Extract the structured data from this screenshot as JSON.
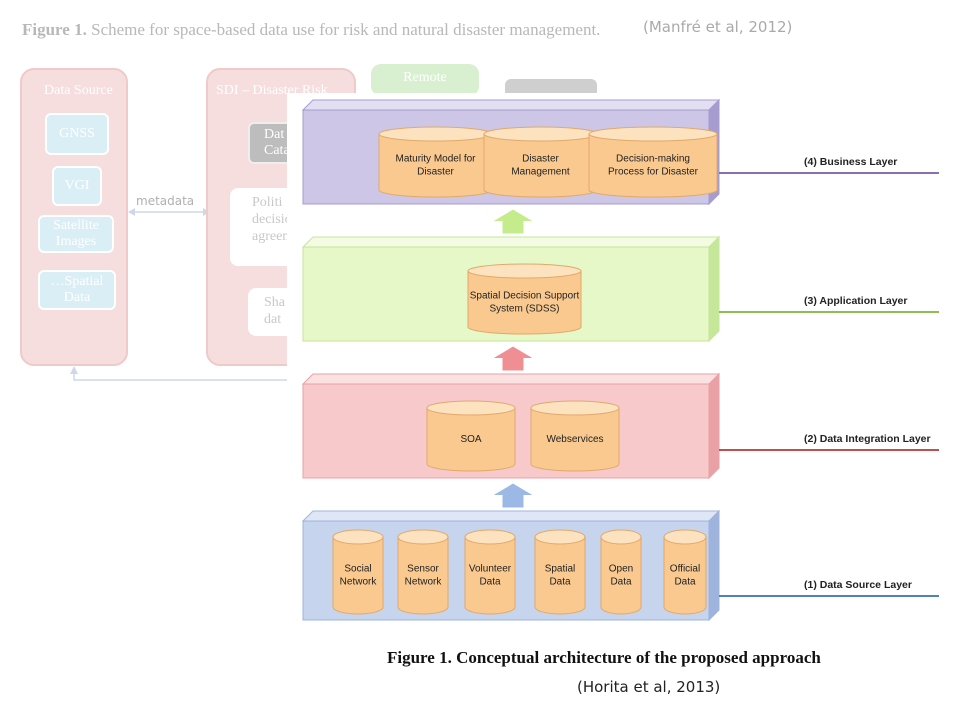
{
  "background_figure": {
    "caption_label": "Figure 1.",
    "caption_text": "Scheme for space-based data use for risk and natural disaster management.",
    "citation": "(Manfré et al, 2012)",
    "data_source_panel": {
      "title": "Data Source",
      "items": [
        "GNSS",
        "VGI",
        "Satellite Images",
        "…Spatial Data"
      ]
    },
    "metadata_label": "metadata",
    "sdi_panel": {
      "title": "SDI – Disaster Risk",
      "data_catalog": "Dat\nCata",
      "policies": "Politi\ndecision\nagreem",
      "shared": "Sha\ndat"
    },
    "remote_label": "Remote"
  },
  "diagram": {
    "layers": [
      {
        "key": "business",
        "label": "(4) Business Layer",
        "items": [
          "Maturity Model for\nDisaster",
          "Disaster\nManagement",
          "Decision-making\nProcess for Disaster"
        ],
        "fill": "#cdc6e6",
        "top": "#e3dff3",
        "side": "#a79ccf",
        "line": "#8a6fb0"
      },
      {
        "key": "application",
        "label": "(3) Application Layer",
        "items": [
          "Spatial Decision Support\nSystem (SDSS)"
        ],
        "fill": "#e6f7c8",
        "top": "#f3fbe3",
        "side": "#c5e79a",
        "line": "#8fbe50"
      },
      {
        "key": "integration",
        "label": "(2) Data Integration Layer",
        "items": [
          "SOA",
          "Webservices"
        ],
        "fill": "#f7c9cb",
        "top": "#fbe1e2",
        "side": "#e9a1a5",
        "line": "#c0504d"
      },
      {
        "key": "source",
        "label": "(1) Data Source Layer",
        "items": [
          "Social\nNetwork",
          "Sensor\nNetwork",
          "Volunteer\nData",
          "Spatial\nData",
          "Open\nData",
          "Official\nData"
        ],
        "fill": "#c6d4ee",
        "top": "#dfe7f6",
        "side": "#9fb4dc",
        "line": "#4f81bd"
      }
    ],
    "arrows": [
      {
        "from": "source",
        "to": "integration",
        "color": "#9cb8e4"
      },
      {
        "from": "integration",
        "to": "application",
        "color": "#ef8f93"
      },
      {
        "from": "application",
        "to": "business",
        "color": "#c4ec8c"
      }
    ],
    "cylinder_color": "#fac98f",
    "cylinder_top": "#fde2c0",
    "caption_label": "Figure 1.",
    "caption_text": "Conceptual architecture of the proposed approach",
    "citation": "(Horita et al, 2013)"
  }
}
